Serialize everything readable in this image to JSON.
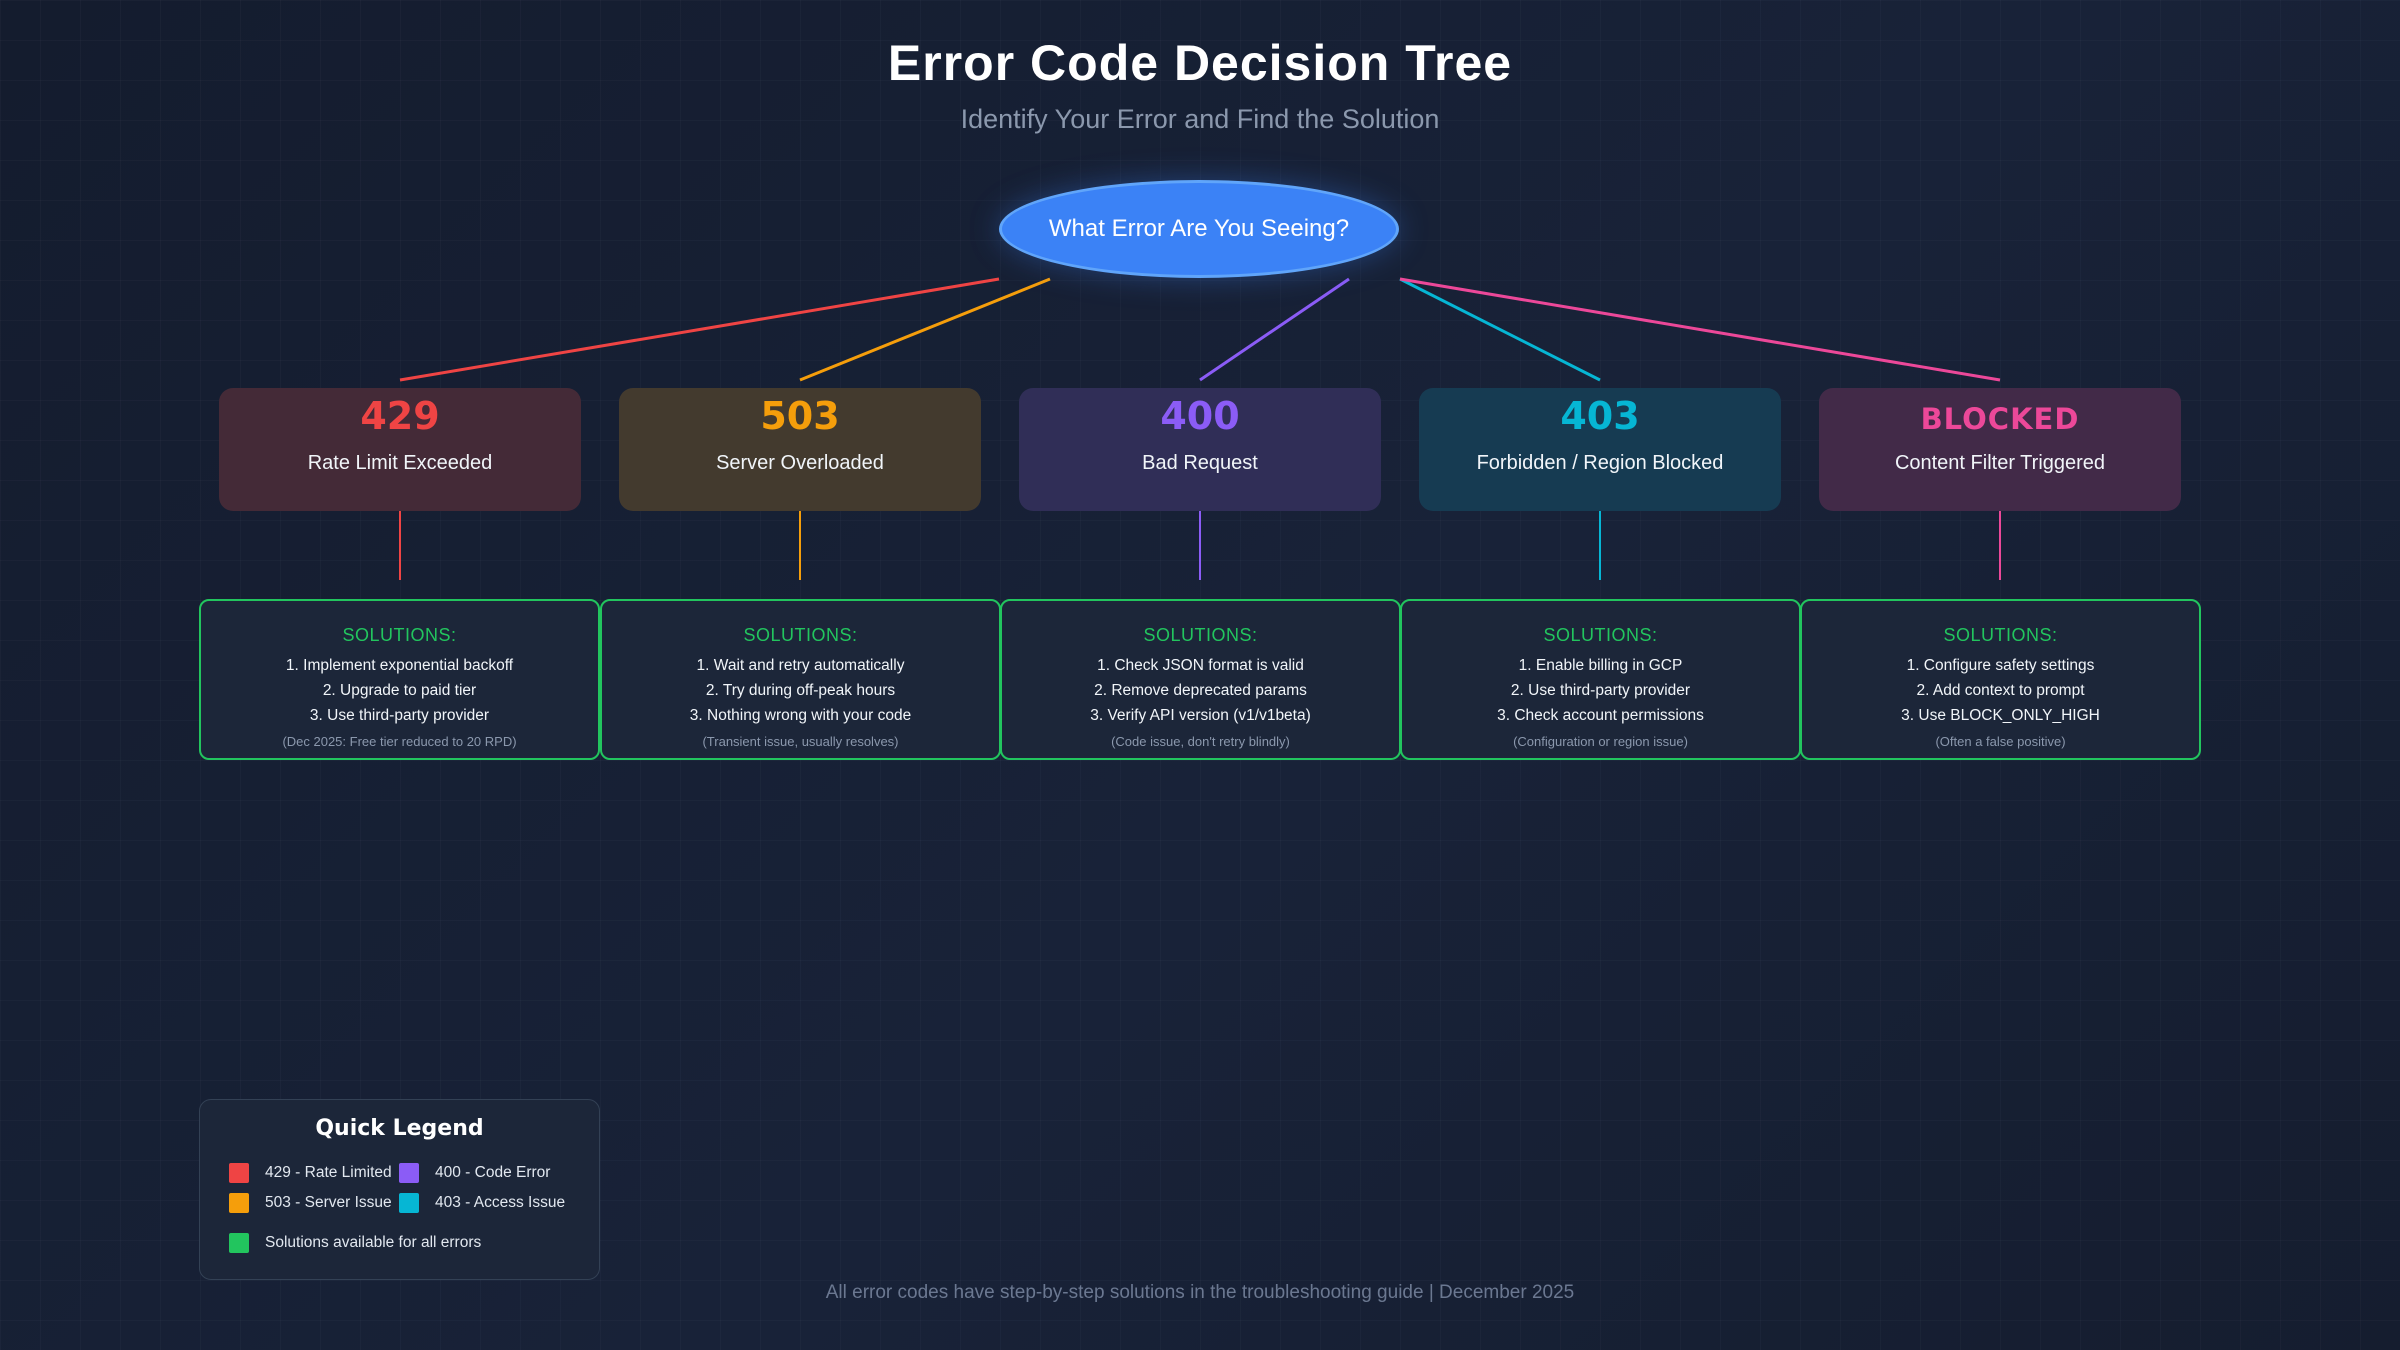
{
  "title": "Error Code Decision Tree",
  "subtitle": "Identify Your Error and Find the Solution",
  "root": {
    "label": "What Error Are You Seeing?"
  },
  "colors": {
    "root": "#3b82f6",
    "solution_border": "#22c55e",
    "e429": "#ef4444",
    "e503": "#f59e0b",
    "e400": "#8b5cf6",
    "e403": "#06b6d4",
    "blocked": "#ec4899"
  },
  "errors": [
    {
      "code": "429",
      "label": "Rate Limit Exceeded",
      "color": "#ef4444",
      "bg": "#442a37",
      "solutions_heading": "SOLUTIONS:",
      "solutions": [
        "1. Implement exponential backoff",
        "2. Upgrade to paid tier",
        "3. Use third-party provider"
      ],
      "note": "(Dec 2025: Free tier reduced to 20 RPD)"
    },
    {
      "code": "503",
      "label": "Server Overloaded",
      "color": "#f59e0b",
      "bg": "#433a2e",
      "solutions_heading": "SOLUTIONS:",
      "solutions": [
        "1. Wait and retry automatically",
        "2. Try during off-peak hours",
        "3. Nothing wrong with your code"
      ],
      "note": "(Transient issue, usually resolves)"
    },
    {
      "code": "400",
      "label": "Bad Request",
      "color": "#8b5cf6",
      "bg": "#302e57",
      "solutions_heading": "SOLUTIONS:",
      "solutions": [
        "1. Check JSON format is valid",
        "2. Remove deprecated params",
        "3. Verify API version (v1/v1beta)"
      ],
      "note": "(Code issue, don't retry blindly)"
    },
    {
      "code": "403",
      "label": "Forbidden / Region Blocked",
      "color": "#06b6d4",
      "bg": "#163b52",
      "solutions_heading": "SOLUTIONS:",
      "solutions": [
        "1. Enable billing in GCP",
        "2. Use third-party provider",
        "3. Check account permissions"
      ],
      "note": "(Configuration or region issue)"
    },
    {
      "code": "BLOCKED",
      "label": "Content Filter Triggered",
      "color": "#ec4899",
      "bg": "#422a48",
      "solutions_heading": "SOLUTIONS:",
      "solutions": [
        "1. Configure safety settings",
        "2. Add context to prompt",
        "3. Use BLOCK_ONLY_HIGH"
      ],
      "note": "(Often a false positive)"
    }
  ],
  "legend": {
    "title": "Quick Legend",
    "items": [
      {
        "label": "429 - Rate Limited",
        "color": "#ef4444"
      },
      {
        "label": "400 - Code Error",
        "color": "#8b5cf6"
      },
      {
        "label": "503 - Server Issue",
        "color": "#f59e0b"
      },
      {
        "label": "403 - Access Issue",
        "color": "#06b6d4"
      },
      {
        "label": "Solutions available for all errors",
        "color": "#22c55e"
      }
    ]
  },
  "footer": "All error codes have step-by-step solutions in the troubleshooting guide | December 2025"
}
